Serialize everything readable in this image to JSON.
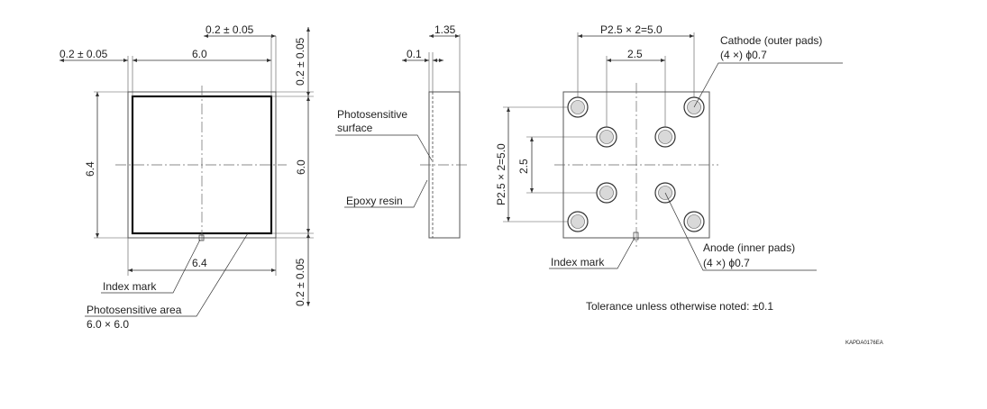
{
  "top_view": {
    "dim_side_left": "0.2 ± 0.05",
    "dim_side_top": "0.2 ± 0.05",
    "dim_width": "6.0",
    "dim_vert_top": "0.2 ± 0.05",
    "dim_height_left": "6.4",
    "dim_height_right": "6.0",
    "dim_vert_bottom": "0.2 ± 0.05",
    "dim_width_bottom": "6.4",
    "index_mark": "Index mark",
    "photosensitive_area": "Photosensitive area",
    "photosensitive_area_size": "6.0 × 6.0"
  },
  "side_view": {
    "dim_thickness": "1.35",
    "dim_resin": "0.1",
    "photosensitive_surface_line1": "Photosensitive",
    "photosensitive_surface_line2": "surface",
    "epoxy_resin": "Epoxy resin"
  },
  "bottom_view": {
    "dim_pitch_horizontal": "P2.5 × 2=5.0",
    "dim_inner_horizontal": "2.5",
    "dim_pitch_vertical": "P2.5 × 2=5.0",
    "dim_inner_vertical": "2.5",
    "cathode_line1": "Cathode (outer pads)",
    "cathode_line2": "(4 ×) ϕ0.7",
    "anode_line1": "Anode (inner pads)",
    "anode_line2": "(4 ×) ϕ0.7",
    "index_mark": "Index mark"
  },
  "notes": {
    "tolerance": "Tolerance unless otherwise noted: ±0.1",
    "drawing_number": "KAPDA0176EA"
  },
  "colors": {
    "line": "#333333",
    "pad_fill": "#d9d9d9",
    "die_outline": "#111111"
  }
}
